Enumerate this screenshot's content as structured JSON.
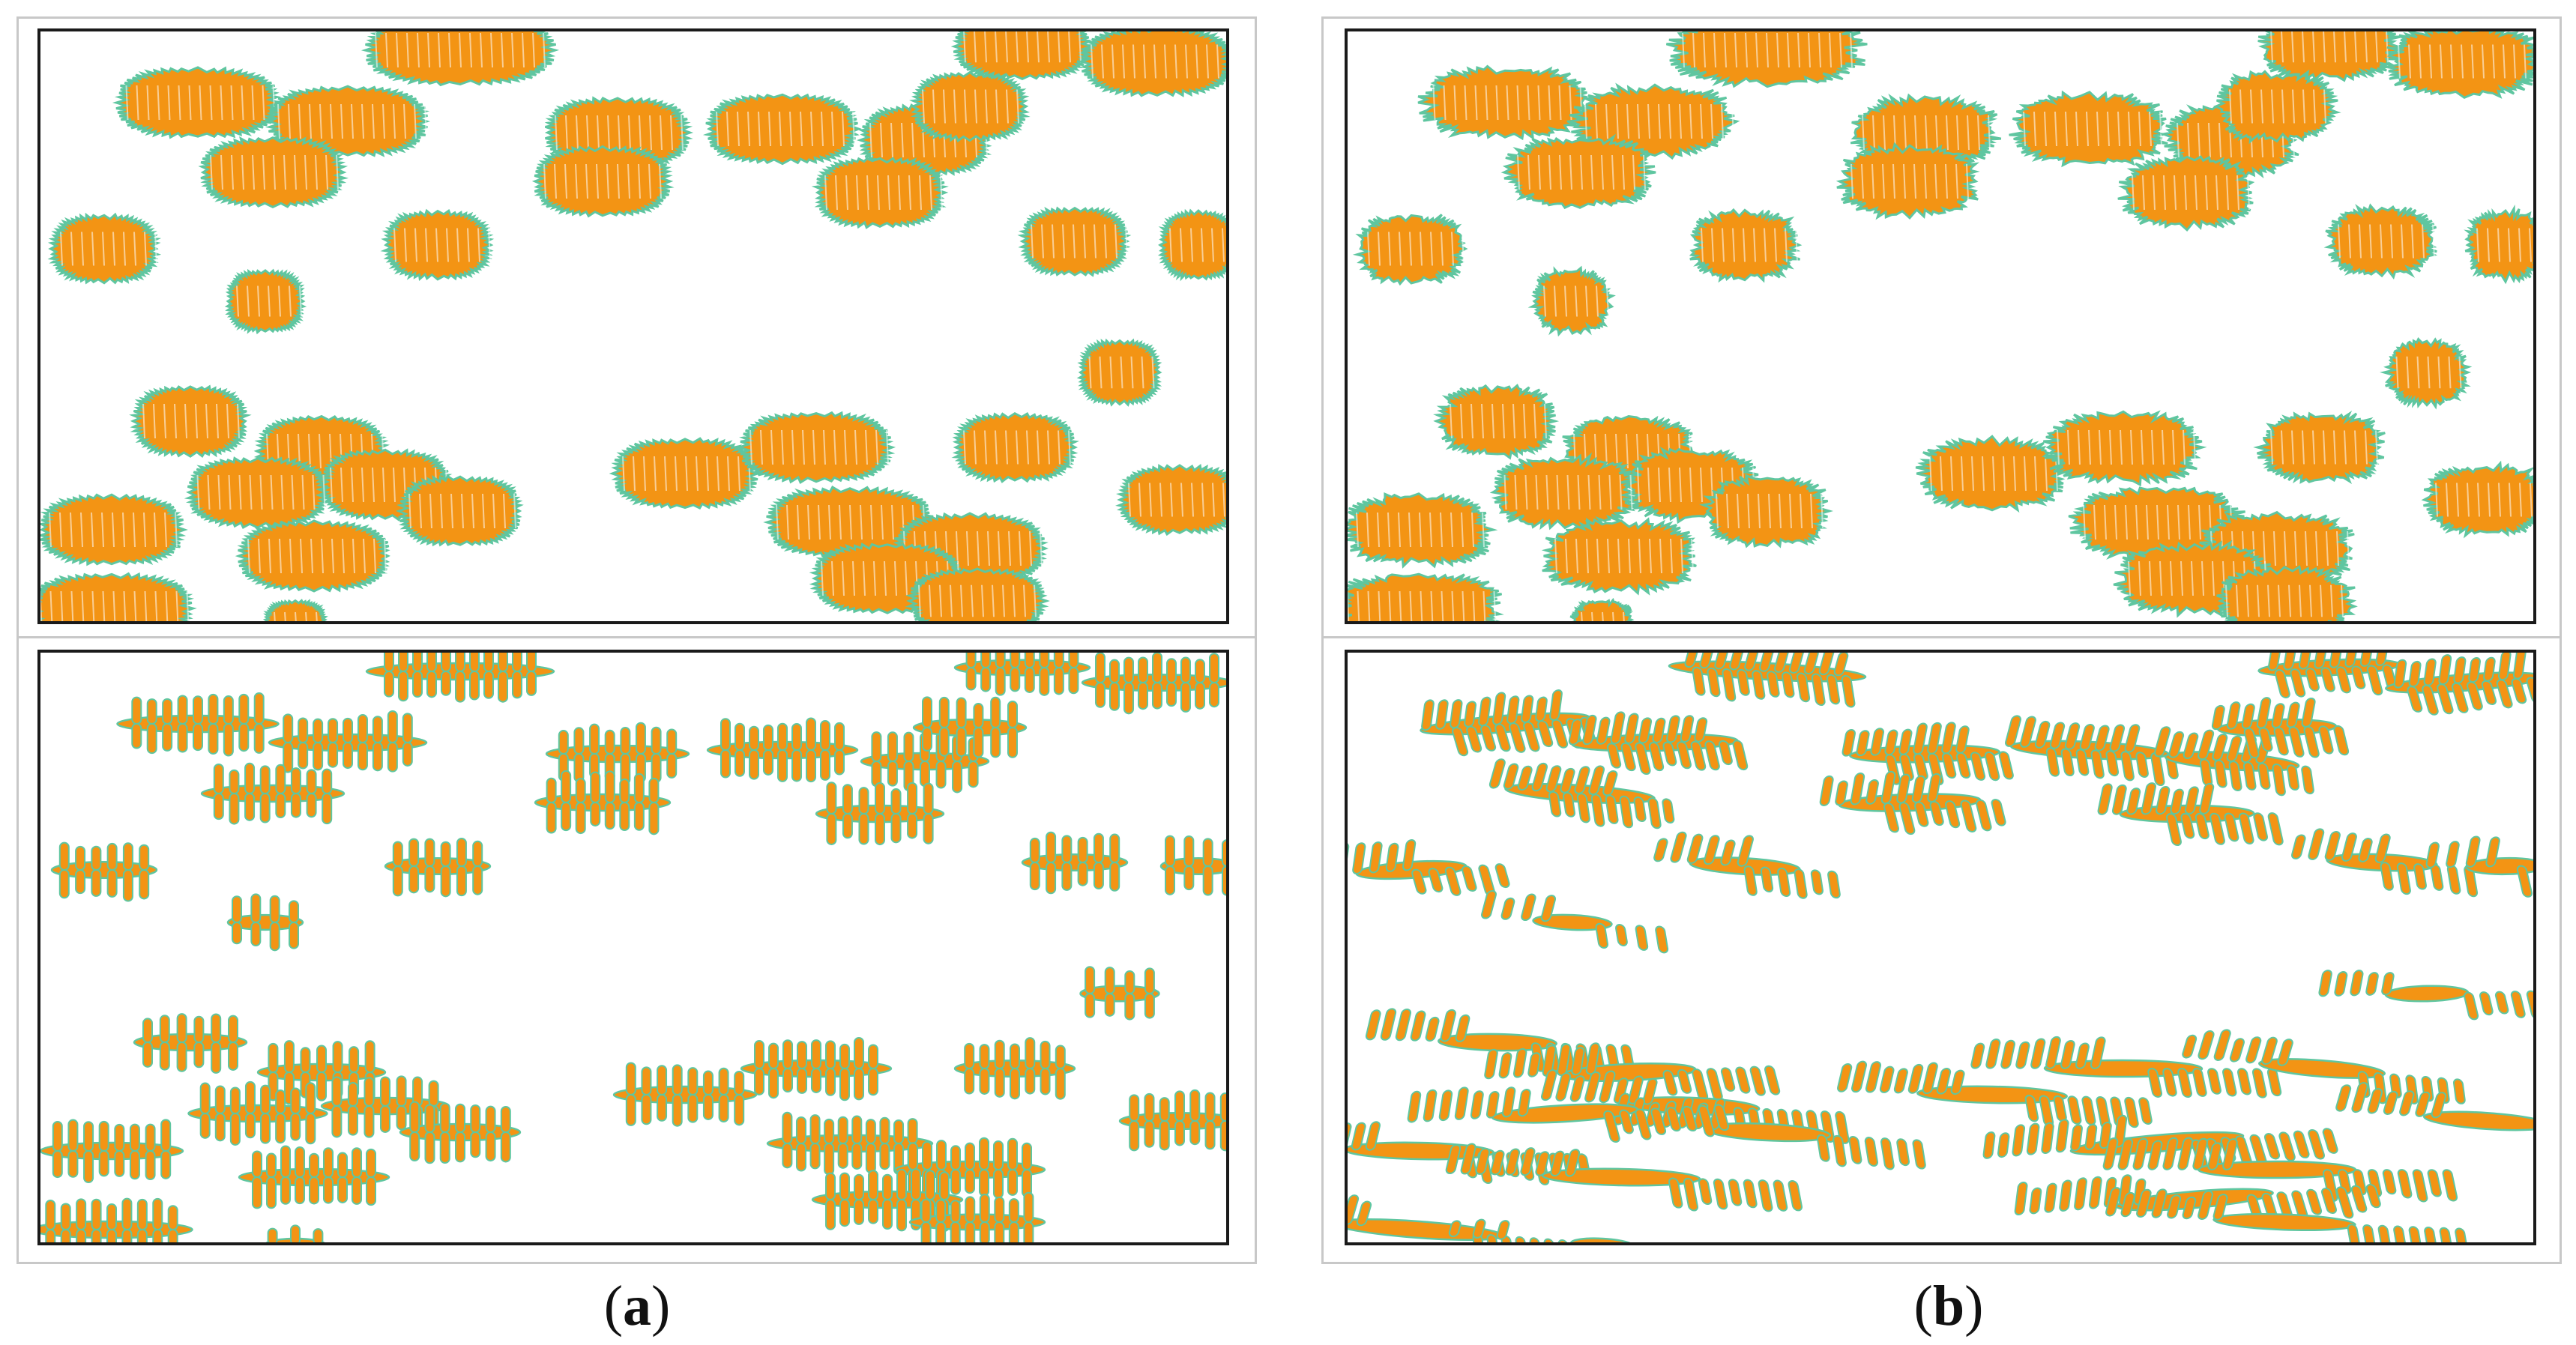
{
  "figure": {
    "captions": [
      {
        "id": "a",
        "open": "(",
        "letter": "a",
        "close": ")"
      },
      {
        "id": "b",
        "open": "(",
        "letter": "b",
        "close": ")"
      }
    ],
    "colors": {
      "grain_fill": "#f39414",
      "grain_outline": "#5fc6a0",
      "frame": "#1a1a1a",
      "outer_border": "#c8c8c8",
      "background": "#ffffff"
    },
    "panel_types": {
      "top_row": "rounded-columnar-grains",
      "bottom_row": "dendritic-grains"
    }
  }
}
